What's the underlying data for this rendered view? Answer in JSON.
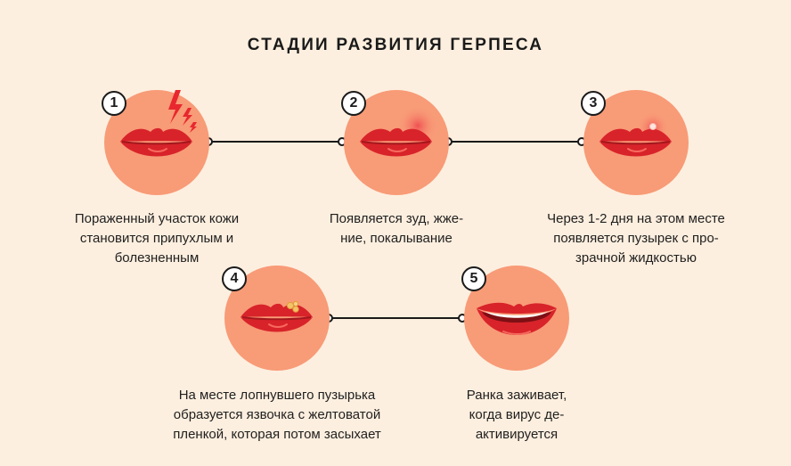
{
  "title": "СТАДИИ РАЗВИТИЯ ГЕРПЕСА",
  "colors": {
    "background": "#fdefdf",
    "circle": "#f89b77",
    "lips": "#d8232a",
    "lips_dark": "#a3171d",
    "line": "#1a1a1a"
  },
  "stages": [
    {
      "number": "1",
      "icon": "lips-lightning-icon",
      "caption": [
        "Пораженный участок кожи",
        "становится припухлым и",
        "болезненным"
      ]
    },
    {
      "number": "2",
      "icon": "lips-redness-icon",
      "caption": [
        "Появляется зуд, жже-",
        "ние, покалывание"
      ]
    },
    {
      "number": "3",
      "icon": "lips-blister-icon",
      "caption": [
        "Через 1-2 дня на этом месте",
        "появляется пузырек с про-",
        "зрачной жидкостью"
      ]
    },
    {
      "number": "4",
      "icon": "lips-sore-icon",
      "caption": [
        "На месте лопнувшего пузырька",
        "образуется язвочка с желтоватой",
        "пленкой, которая потом засыхает"
      ]
    },
    {
      "number": "5",
      "icon": "lips-smile-icon",
      "caption": [
        "Ранка заживает,",
        "когда вирус де-",
        "активируется"
      ]
    }
  ]
}
